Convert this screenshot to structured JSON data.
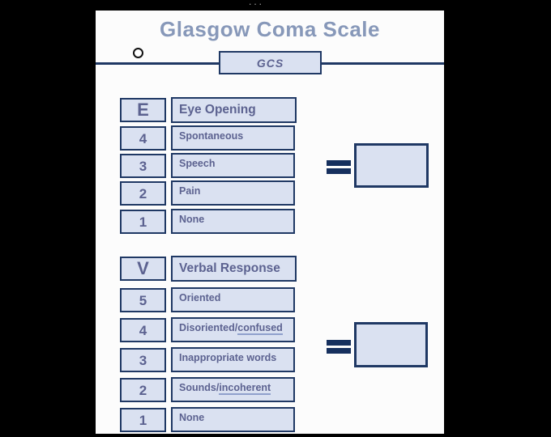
{
  "window": {
    "drag_handle": "···"
  },
  "slide": {
    "title": "Glasgow Coma Scale",
    "gcs_label": "GCS"
  },
  "sections": [
    {
      "letter": "E",
      "header": "Eye Opening",
      "rows": [
        {
          "score": "4",
          "text": "Spontaneous",
          "link": ""
        },
        {
          "score": "3",
          "text": "Speech",
          "link": ""
        },
        {
          "score": "2",
          "text": "Pain",
          "link": ""
        },
        {
          "score": "1",
          "text": "None",
          "link": ""
        }
      ]
    },
    {
      "letter": "V",
      "header": "Verbal Response",
      "rows": [
        {
          "score": "5",
          "text": "Oriented",
          "link": ""
        },
        {
          "score": "4",
          "text": "Disoriented/",
          "link": "confused"
        },
        {
          "score": "3",
          "text": "Inappropriate words",
          "link": ""
        },
        {
          "score": "2",
          "text": "Sounds/",
          "link": "incoherent"
        },
        {
          "score": "1",
          "text": "None",
          "link": ""
        }
      ]
    }
  ],
  "colors": {
    "background": "#000000",
    "page": "#fcfcfc",
    "box_fill": "#dae1f1",
    "border_navy": "#1f3864",
    "equals_navy": "#16305e",
    "text_purple": "#5c6290",
    "title_blue": "#8798b9",
    "link_underline": "#8fa0cc"
  }
}
